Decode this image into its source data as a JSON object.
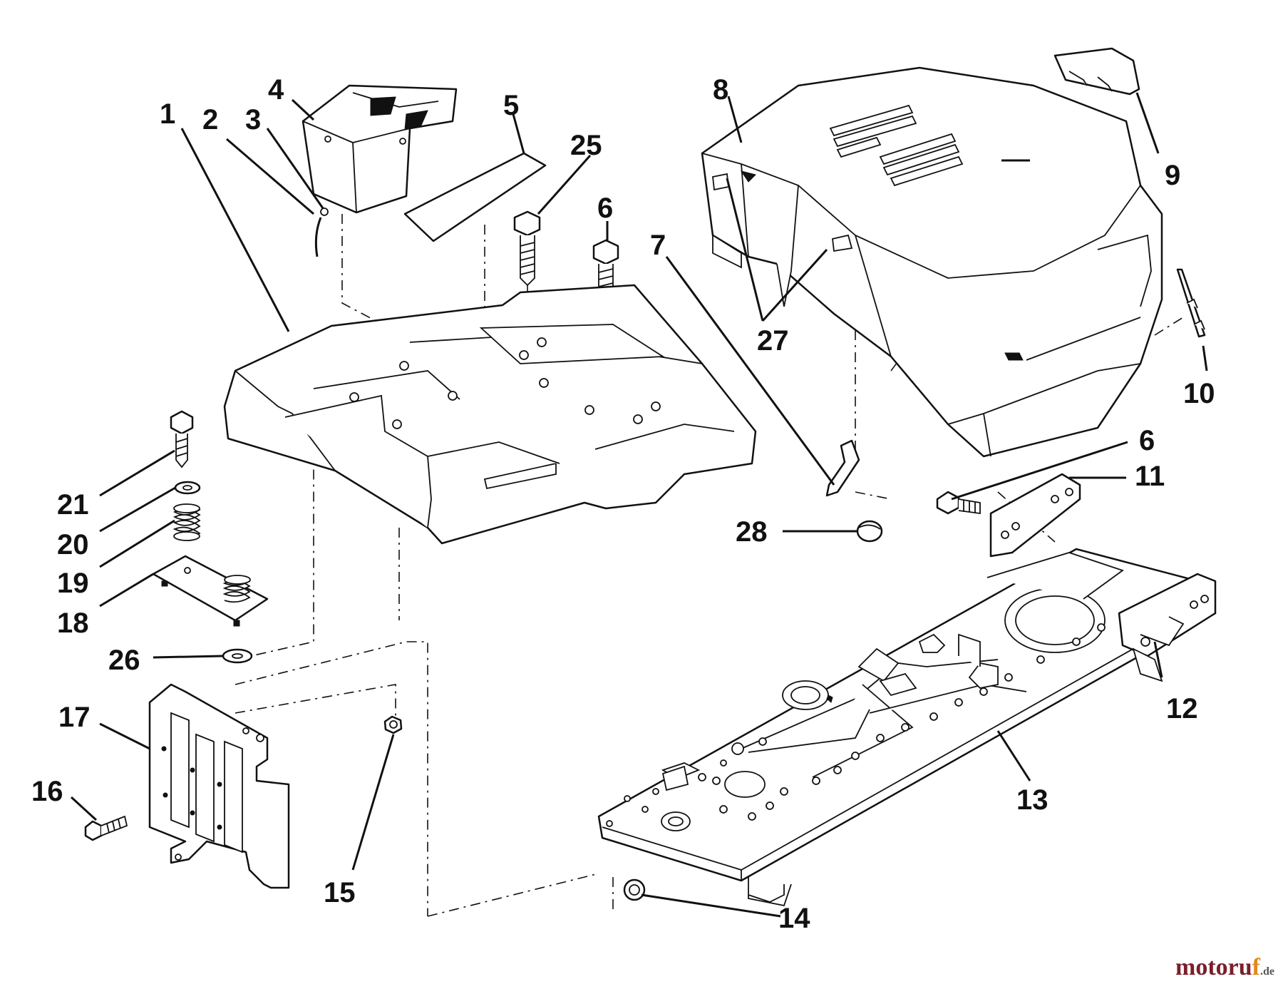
{
  "diagram": {
    "callouts": {
      "c1": "1",
      "c2": "2",
      "c3": "3",
      "c4": "4",
      "c5": "5",
      "c25": "25",
      "c6a": "6",
      "c6b": "6",
      "c7": "7",
      "c8": "8",
      "c9": "9",
      "c10": "10",
      "c11": "11",
      "c12": "12",
      "c13": "13",
      "c14": "14",
      "c15": "15",
      "c16": "16",
      "c17": "17",
      "c18": "18",
      "c19": "19",
      "c20": "20",
      "c21": "21",
      "c26": "26",
      "c27": "27",
      "c28": "28"
    }
  },
  "watermark": {
    "main": "motoru",
    "accent": "f",
    "tld": ".de"
  },
  "colors": {
    "line": "#111111",
    "background": "#ffffff",
    "watermark_main": "#7a1f2b",
    "watermark_accent": "#e08a1e"
  }
}
